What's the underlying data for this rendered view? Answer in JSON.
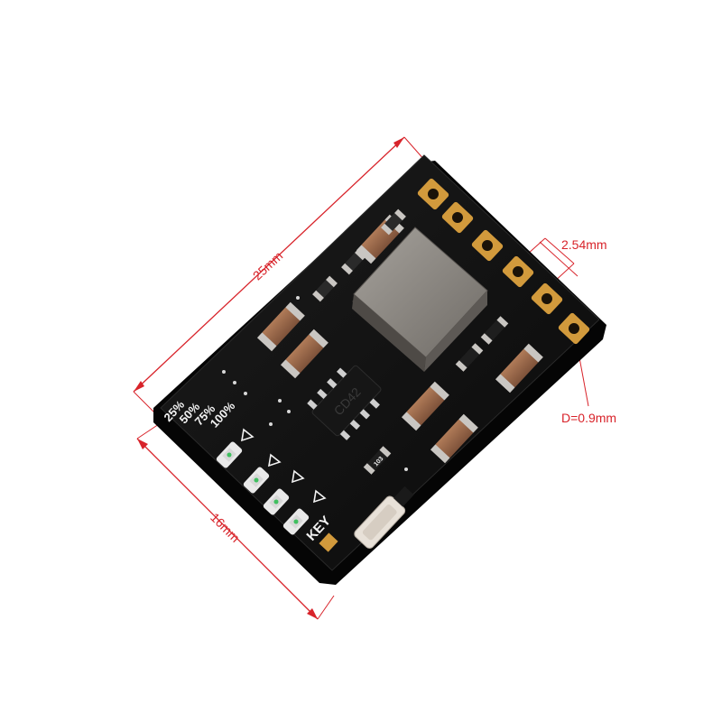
{
  "dimensions": {
    "length": "25mm",
    "width": "16mm",
    "pitch": "2.54mm",
    "hole": "D=0.9mm"
  },
  "silkscreen": {
    "levels": [
      "25%",
      "50%",
      "75%",
      "100%"
    ],
    "key": "KEY",
    "chip": "CD42",
    "resistor": "103"
  },
  "colors": {
    "board": "#111111",
    "pad_gold": "#d29a3c",
    "dimension_red": "#d8232a",
    "inductor": "#8a8580",
    "capacitor": "#9b6b4c",
    "led_green": "#3fbf5f"
  }
}
